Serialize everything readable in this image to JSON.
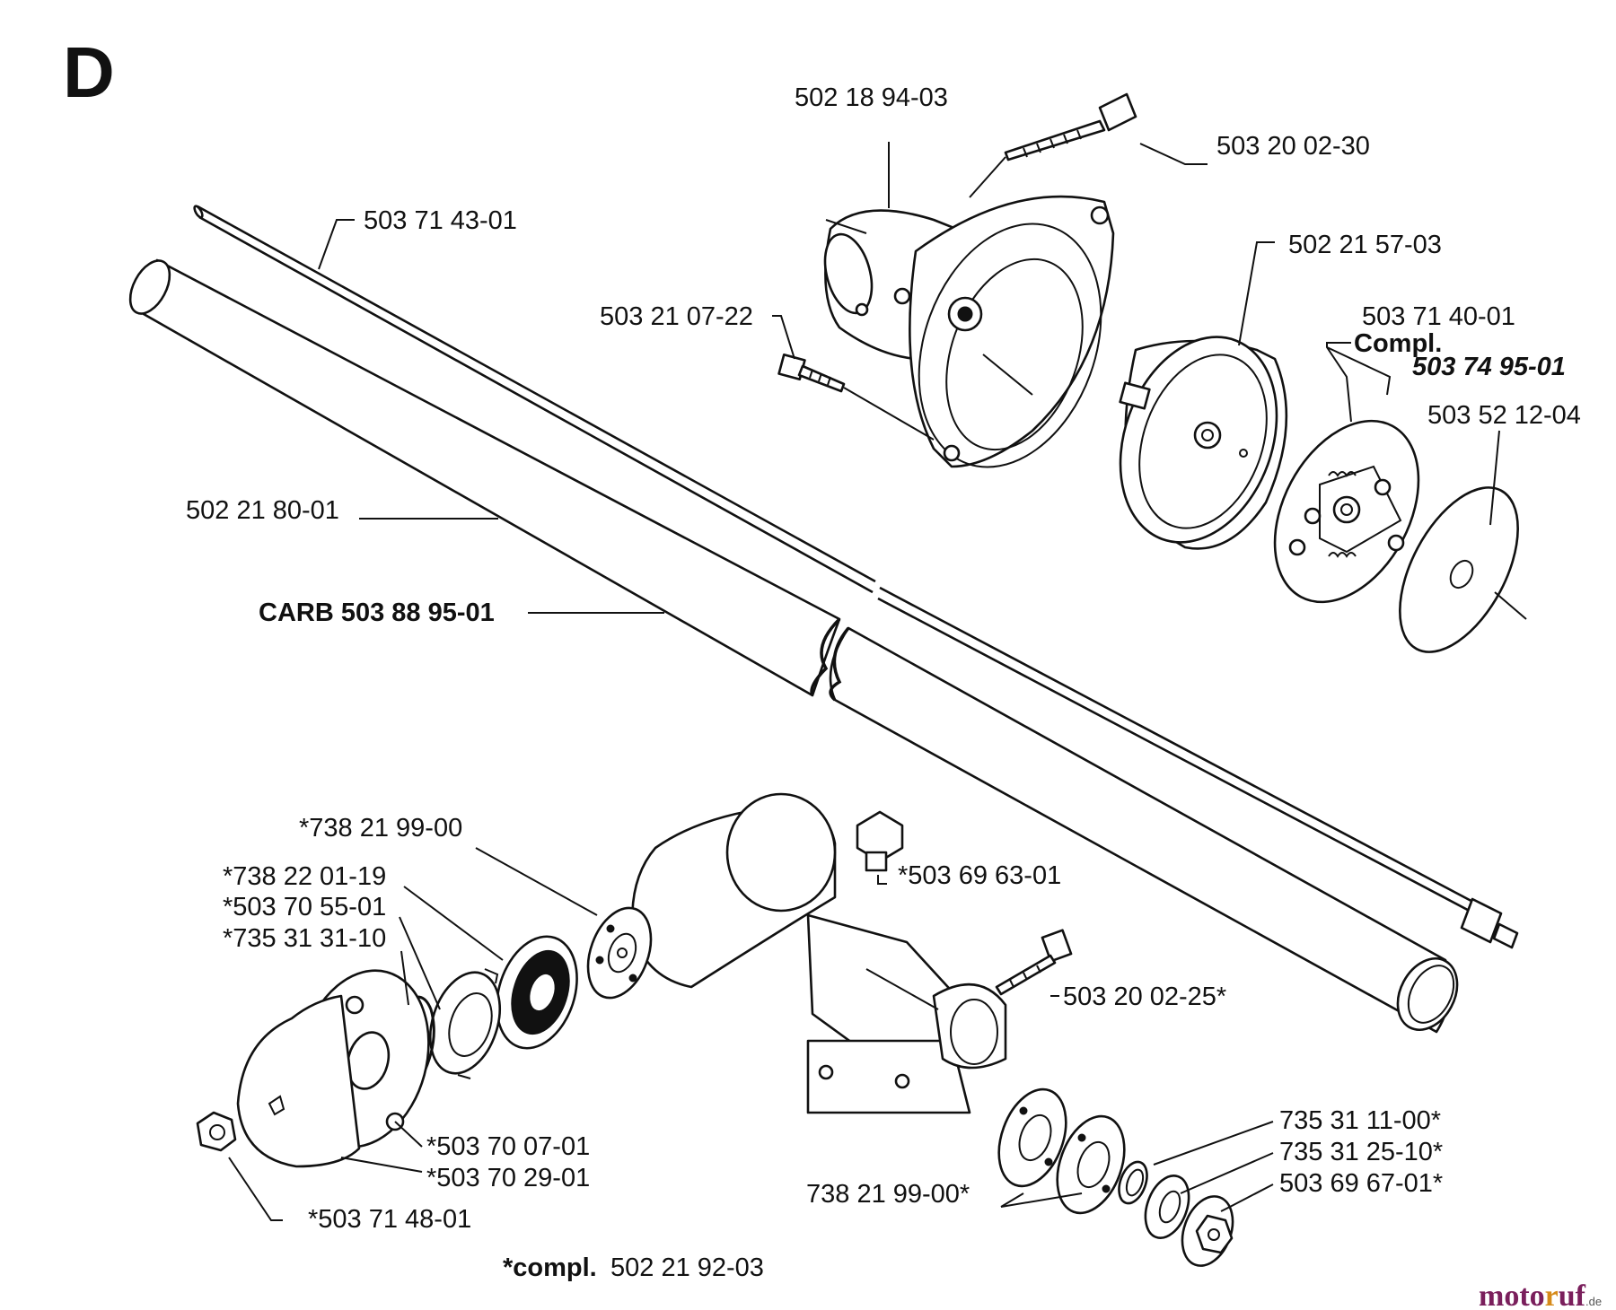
{
  "section_letter": "D",
  "labels": {
    "gear_housing": "502 18 94-03",
    "housing_screw": "503 20 02-30",
    "drive_shaft": "503 71 43-01",
    "housing_screw_2": "503 21 07-22",
    "clutch_drum": "502 21 57-03",
    "clutch": "503 71 40-01",
    "clutch_compl_note": "Compl.",
    "clutch_alt": "503 74 95-01",
    "washer": "503 52 12-04",
    "tube": "502 21 80-01",
    "carb": "CARB 503 88 95-01",
    "bearing_top": "*738 21 99-00",
    "bearing_lower_a": "*738 22 01-19",
    "bearing_lower_b": "*503 70 55-01",
    "bearing_lower_c": "*735 31 31-10",
    "plug": "*503 69 63-01",
    "clamp_screw": "503 20 02-25*",
    "flange_a": "*503 70 07-01",
    "flange_b": "*503 70 29-01",
    "nut": "*503 71 48-01",
    "circlip_a": "735 31 11-00*",
    "circlip_b": "735 31 25-10*",
    "ring": "503 69 67-01*",
    "bearing_pair": "738 21 99-00*",
    "compl_prefix": "*compl.",
    "compl_number": "502 21 92-03"
  },
  "watermark": {
    "brand_a": "moto",
    "brand_b": "r",
    "brand_c": "uf",
    "tld": ".de"
  }
}
